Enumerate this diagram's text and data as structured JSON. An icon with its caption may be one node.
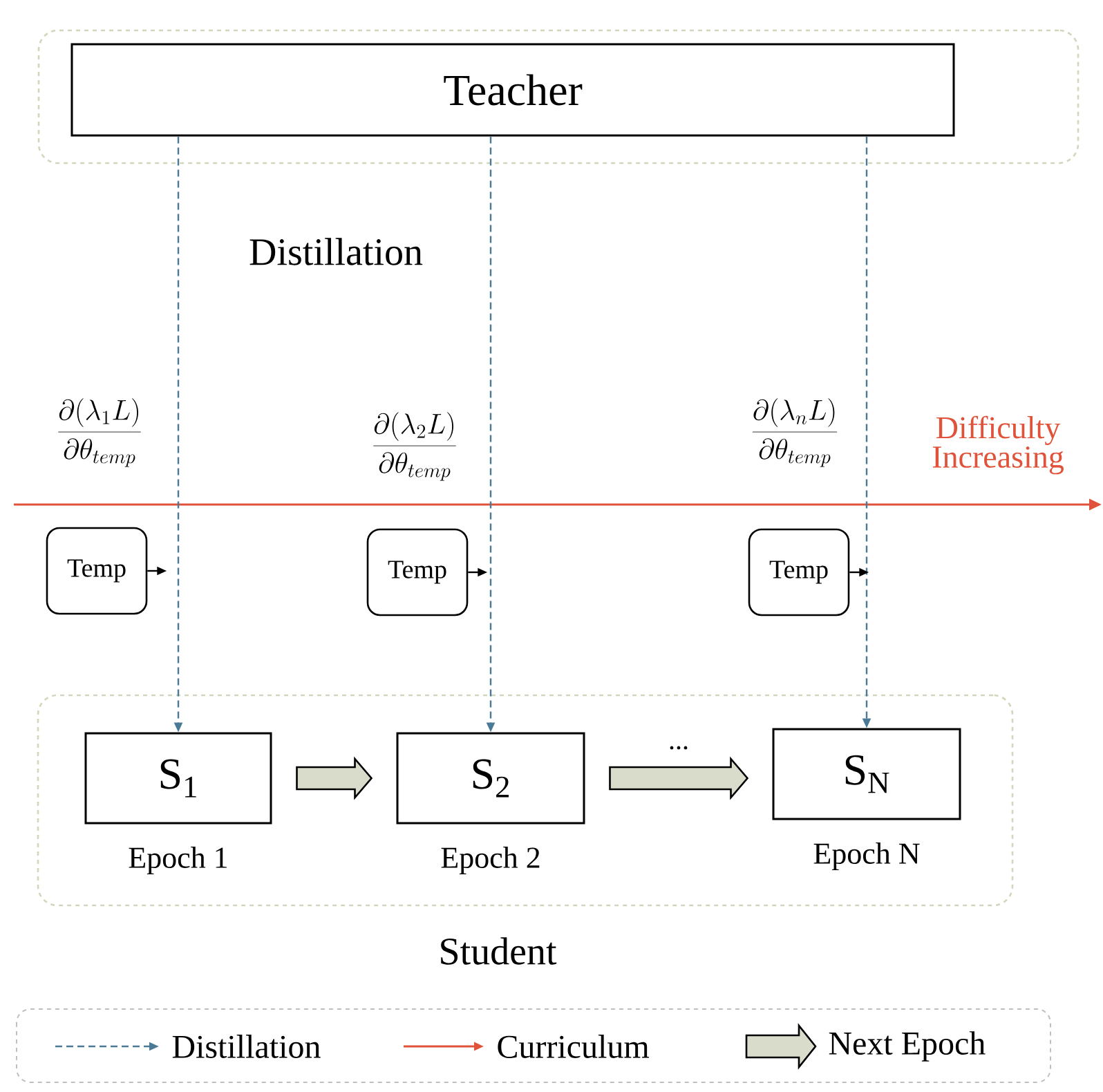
{
  "diagram": {
    "nodes": [
      {
        "text": [],
        "shape": "box"
      },
      {
        "text": [
          "Teacher"
        ],
        "in": 0
      },
      {
        "text": [
          "Student"
        ]
      },
      {
        "text": [
          "S$_{1}$"
        ],
        "in": 2,
        "beside": [
          "Epoch 1"
        ]
      },
      {
        "text": [
          "S$_{2}$"
        ],
        "in": 2,
        "beside": [
          "Epoch 2"
        ]
      },
      {
        "text": [
          "S$_{N}$"
        ],
        "in": 2,
        "beside": [
          "Epoch N"
        ]
      },
      {
        "text": [
          "Temp"
        ]
      },
      {
        "text": [
          "Temp"
        ]
      },
      {
        "text": [
          "Temp"
        ]
      }
    ],
    "edges": [
      {
        "from": 1,
        "to": 3,
        "arrow": "to",
        "style": "dashed",
        "color": "#4a7a96"
      },
      {
        "from": 1,
        "to": 4,
        "arrow": "to",
        "style": "dashed",
        "color": "#4a7a96"
      },
      {
        "from": 1,
        "to": 5,
        "arrow": "to",
        "style": "dashed",
        "color": "#4a7a96"
      },
      {
        "from": 6,
        "to": null,
        "arrow": "to",
        "color": "#000000"
      },
      {
        "from": 7,
        "to": null,
        "arrow": "to",
        "color": "#000000"
      },
      {
        "from": 8,
        "to": null,
        "arrow": "to",
        "color": "#000000"
      },
      {
        "from": 3,
        "to": 4,
        "arrow": "to",
        "style": "thick"
      },
      {
        "from": 4,
        "to": 5,
        "arrow": "to",
        "style": "thick",
        "label": "..."
      }
    ],
    "labels": [
      "Distillation",
      "\\frac{\\partial(\\lambda_{1}L)}{\\partial\\theta_{temp}}",
      "\\frac{\\partial(\\lambda_{2}L)}{\\partial\\theta_{temp}}",
      "\\frac{\\partial(\\lambda_{n}L)}{\\partial\\theta_{temp}}",
      "Difficulty Increasing"
    ],
    "legend": [
      {
        "text": "Distillation"
      },
      {
        "text": "Curriculum"
      },
      {
        "text": "Next Epoch"
      }
    ]
  }
}
